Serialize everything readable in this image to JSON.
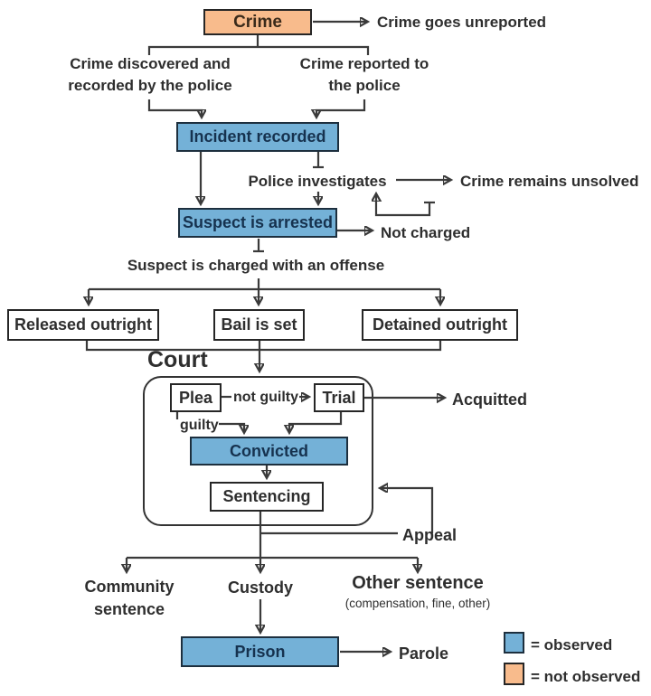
{
  "nodes": {
    "crime": {
      "label": "Crime"
    },
    "incident": {
      "label": "Incident recorded"
    },
    "suspect_arrested": {
      "label": "Suspect is arrested"
    },
    "released": {
      "label": "Released outright"
    },
    "bail": {
      "label": "Bail is set"
    },
    "detained": {
      "label": "Detained outright"
    },
    "plea": {
      "label": "Plea"
    },
    "trial": {
      "label": "Trial"
    },
    "convicted": {
      "label": "Convicted"
    },
    "sentencing": {
      "label": "Sentencing"
    },
    "prison": {
      "label": "Prison"
    }
  },
  "labels": {
    "crime_goes_unreported": "Crime goes unreported",
    "crime_discovered_line1": "Crime discovered and",
    "crime_discovered_line2": "recorded by the police",
    "crime_reported_line1": "Crime reported to",
    "crime_reported_line2": "the police",
    "police_investigates": "Police investigates",
    "crime_remains_unsolved": "Crime remains unsolved",
    "not_charged": "Not charged",
    "suspect_charged": "Suspect is charged with an offense",
    "court": "Court",
    "not_guilty": "not guilty",
    "guilty": "guilty",
    "acquitted": "Acquitted",
    "appeal": "Appeal",
    "community_line1": "Community",
    "community_line2": "sentence",
    "custody": "Custody",
    "other_sentence": "Other sentence",
    "other_sentence_sub": "(compensation, fine, other)",
    "parole": "Parole"
  },
  "legend": {
    "observed": "= observed",
    "not_observed": "= not observed"
  },
  "colors": {
    "observed_fill": "#74b1d7",
    "not_observed_fill": "#f8bb8c",
    "line": "#3a3a3a"
  }
}
